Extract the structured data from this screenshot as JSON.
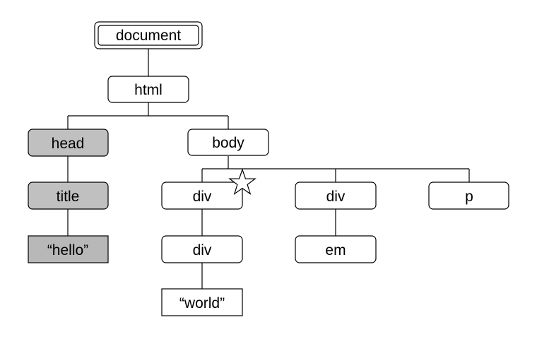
{
  "colors": {
    "element_fill": "#ffffff",
    "highlight_fill": "#c0c0c0",
    "text_node_highlight_fill": "#b8b8b8",
    "stroke": "#000000"
  },
  "nodes": {
    "document": {
      "label": "document"
    },
    "html": {
      "label": "html"
    },
    "head": {
      "label": "head",
      "highlighted": true
    },
    "title": {
      "label": "title",
      "highlighted": true
    },
    "hello": {
      "label": "“hello”",
      "highlighted": true,
      "kind": "text"
    },
    "body": {
      "label": "body"
    },
    "div1": {
      "label": "div"
    },
    "div2": {
      "label": "div"
    },
    "p": {
      "label": "p"
    },
    "div3": {
      "label": "div"
    },
    "em": {
      "label": "em"
    },
    "world": {
      "label": "“world”",
      "kind": "text"
    }
  },
  "marker": {
    "icon": "star-icon",
    "attached_to": "div1"
  }
}
